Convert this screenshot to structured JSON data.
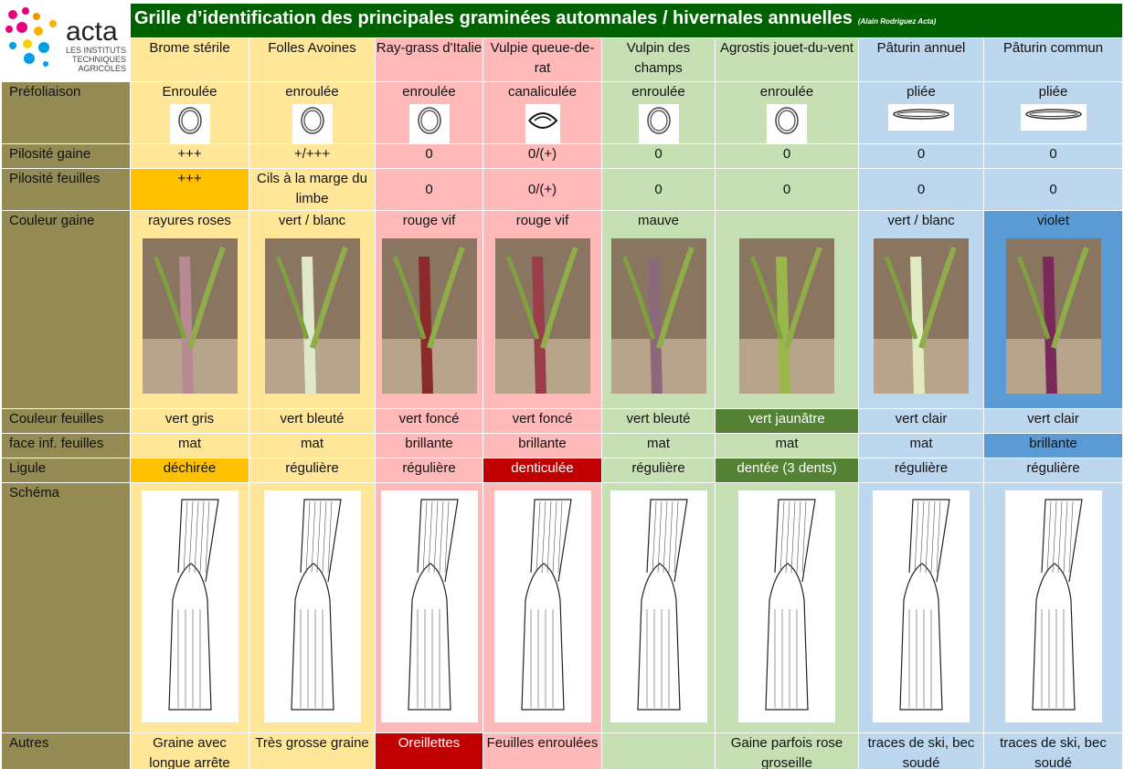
{
  "title": "Grille d’identification des principales graminées automnales /  hivernales annuelles",
  "credit": "(Alain Rodriguez Acta)",
  "logo": {
    "name": "acta",
    "sub1": "LES INSTITUTS",
    "sub2": "TECHNIQUES",
    "sub3": "AGRICOLES"
  },
  "colors": {
    "title_bg": "#006100",
    "label_bg": "#948B54",
    "yellow": "#FFE699",
    "pink": "#FFB9B9",
    "green": "#C6E0B4",
    "blue": "#BDD7EE"
  },
  "species": [
    "Brome stérile",
    "Folles Avoines",
    "Ray-grass d'Italie",
    "Vulpie queue-de-rat",
    "Vulpin des champs",
    "Agrostis jouet-du-vent",
    "Pâturin annuel",
    "Pâturin commun"
  ],
  "rows": [
    {
      "label": "Préfoliaison",
      "type": "prefol",
      "cells": [
        {
          "text": "Enroulée",
          "icon": "rolled-icon"
        },
        {
          "text": "enroulée",
          "icon": "rolled-icon"
        },
        {
          "text": "enroulée",
          "icon": "rolled-icon"
        },
        {
          "text": "canaliculée",
          "icon": "channeled-icon"
        },
        {
          "text": "enroulée",
          "icon": "rolled-icon"
        },
        {
          "text": "enroulée",
          "icon": "rolled-icon"
        },
        {
          "text": "pliée",
          "icon": "folded-icon"
        },
        {
          "text": "pliée",
          "icon": "folded-icon"
        }
      ]
    },
    {
      "label": "Pilosité gaine",
      "cells": [
        {
          "text": "+++"
        },
        {
          "text": "+/+++"
        },
        {
          "text": "0"
        },
        {
          "text": "0/(+)"
        },
        {
          "text": "0"
        },
        {
          "text": "0"
        },
        {
          "text": "0"
        },
        {
          "text": "0"
        }
      ]
    },
    {
      "label": "Pilosité feuilles",
      "cells": [
        {
          "text": "+++",
          "highlight": "#FFC000"
        },
        {
          "text": "Cils à la marge du limbe"
        },
        {
          "text": "0"
        },
        {
          "text": "0/(+)"
        },
        {
          "text": "0"
        },
        {
          "text": "0"
        },
        {
          "text": "0"
        },
        {
          "text": "0"
        }
      ]
    },
    {
      "label": "Couleur gaine",
      "type": "photo",
      "cells": [
        {
          "text": "rayures roses",
          "sheath": "#b98a95"
        },
        {
          "text": "vert / blanc",
          "sheath": "#dfe8c8"
        },
        {
          "text": "rouge vif",
          "sheath": "#8a2a2a"
        },
        {
          "text": "rouge vif",
          "sheath": "#9a3c4a"
        },
        {
          "text": "mauve",
          "sheath": "#8a6a7a"
        },
        {
          "text": "",
          "sheath": "#9ab84a"
        },
        {
          "text": "vert / blanc",
          "sheath": "#e0ecc0"
        },
        {
          "text": "violet",
          "sheath": "#7a2a5a",
          "highlight": "#5B9BD5"
        }
      ]
    },
    {
      "label": "Couleur feuilles",
      "cells": [
        {
          "text": "vert gris"
        },
        {
          "text": "vert bleuté"
        },
        {
          "text": "vert foncé"
        },
        {
          "text": "vert foncé"
        },
        {
          "text": "vert bleuté"
        },
        {
          "text": "vert jaunâtre",
          "highlight": "#548235",
          "light": true
        },
        {
          "text": "vert clair"
        },
        {
          "text": "vert clair"
        }
      ]
    },
    {
      "label": "face inf. feuilles",
      "cells": [
        {
          "text": "mat"
        },
        {
          "text": "mat"
        },
        {
          "text": "brillante"
        },
        {
          "text": "brillante"
        },
        {
          "text": "mat"
        },
        {
          "text": "mat"
        },
        {
          "text": "mat"
        },
        {
          "text": "brillante",
          "highlight": "#5B9BD5"
        }
      ]
    },
    {
      "label": "Ligule",
      "cells": [
        {
          "text": "déchirée",
          "highlight": "#FFC000"
        },
        {
          "text": "régulière"
        },
        {
          "text": "régulière"
        },
        {
          "text": "denticulée",
          "highlight": "#C00000",
          "light": true
        },
        {
          "text": "régulière"
        },
        {
          "text": "dentée (3 dents)",
          "highlight": "#548235",
          "light": true
        },
        {
          "text": "régulière"
        },
        {
          "text": "régulière"
        }
      ]
    },
    {
      "label": "Schéma",
      "type": "schema",
      "cells": [
        {},
        {},
        {},
        {},
        {},
        {},
        {},
        {}
      ]
    },
    {
      "label": "Autres",
      "cells": [
        {
          "text": "Graine avec longue arrête"
        },
        {
          "text": "Très grosse graine"
        },
        {
          "text": "Oreillettes",
          "highlight": "#C00000",
          "light": true
        },
        {
          "text": "Feuilles enroulées"
        },
        {
          "text": ""
        },
        {
          "text": "Gaine parfois rose groseille"
        },
        {
          "text": "traces de ski, bec soudé"
        },
        {
          "text": "traces de ski, bec soudé"
        }
      ]
    }
  ]
}
